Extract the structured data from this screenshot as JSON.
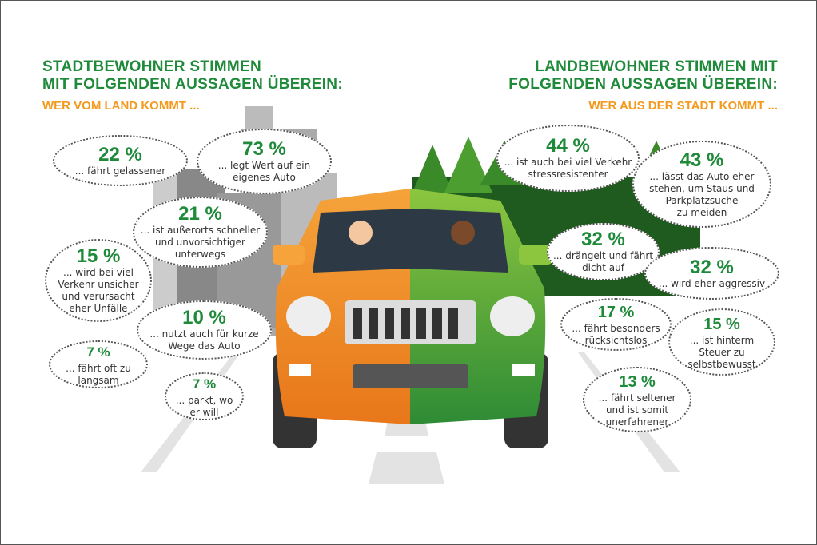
{
  "left": {
    "title": "STADTBEWOHNER STIMMEN\nMIT FOLGENDEN AUSSAGEN ÜBEREIN:",
    "subtitle": "WER VOM LAND KOMMT ...",
    "statements": [
      {
        "percent": "22 %",
        "text": "... fährt gelassener"
      },
      {
        "percent": "73 %",
        "text": "... legt Wert auf ein\neigenes Auto"
      },
      {
        "percent": "21 %",
        "text": "... ist außerorts schneller\nund unvorsichtiger\nunterwegs"
      },
      {
        "percent": "15 %",
        "text": "... wird bei viel\nVerkehr unsicher\nund verursacht\neher Unfälle"
      },
      {
        "percent": "10 %",
        "text": "... nutzt auch für kurze\nWege das Auto"
      },
      {
        "percent": "7 %",
        "text": "... fährt oft zu\nlangsam"
      },
      {
        "percent": "7 %",
        "text": "... parkt, wo\ner will"
      }
    ]
  },
  "right": {
    "title": "LANDBEWOHNER STIMMEN MIT\nFOLGENDEN AUSSAGEN ÜBEREIN:",
    "subtitle": "WER AUS DER STADT KOMMT ...",
    "statements": [
      {
        "percent": "44 %",
        "text": "... ist auch bei viel Verkehr\nstressresistenter"
      },
      {
        "percent": "43 %",
        "text": "... lässt das Auto eher\nstehen, um Staus und\nParkplatzsuche\nzu meiden"
      },
      {
        "percent": "32 %",
        "text": "... drängelt und fährt\ndicht auf"
      },
      {
        "percent": "32 %",
        "text": "... wird eher aggressiv"
      },
      {
        "percent": "17 %",
        "text": "... fährt besonders\nrücksichtslos"
      },
      {
        "percent": "15 %",
        "text": "... ist hinterm\nSteuer zu\nselbstbewusst"
      },
      {
        "percent": "13 %",
        "text": "... fährt seltener\nund ist somit\nunerfahrener"
      }
    ]
  },
  "colors": {
    "green": "#1f8a3a",
    "orange": "#f39a1e"
  }
}
